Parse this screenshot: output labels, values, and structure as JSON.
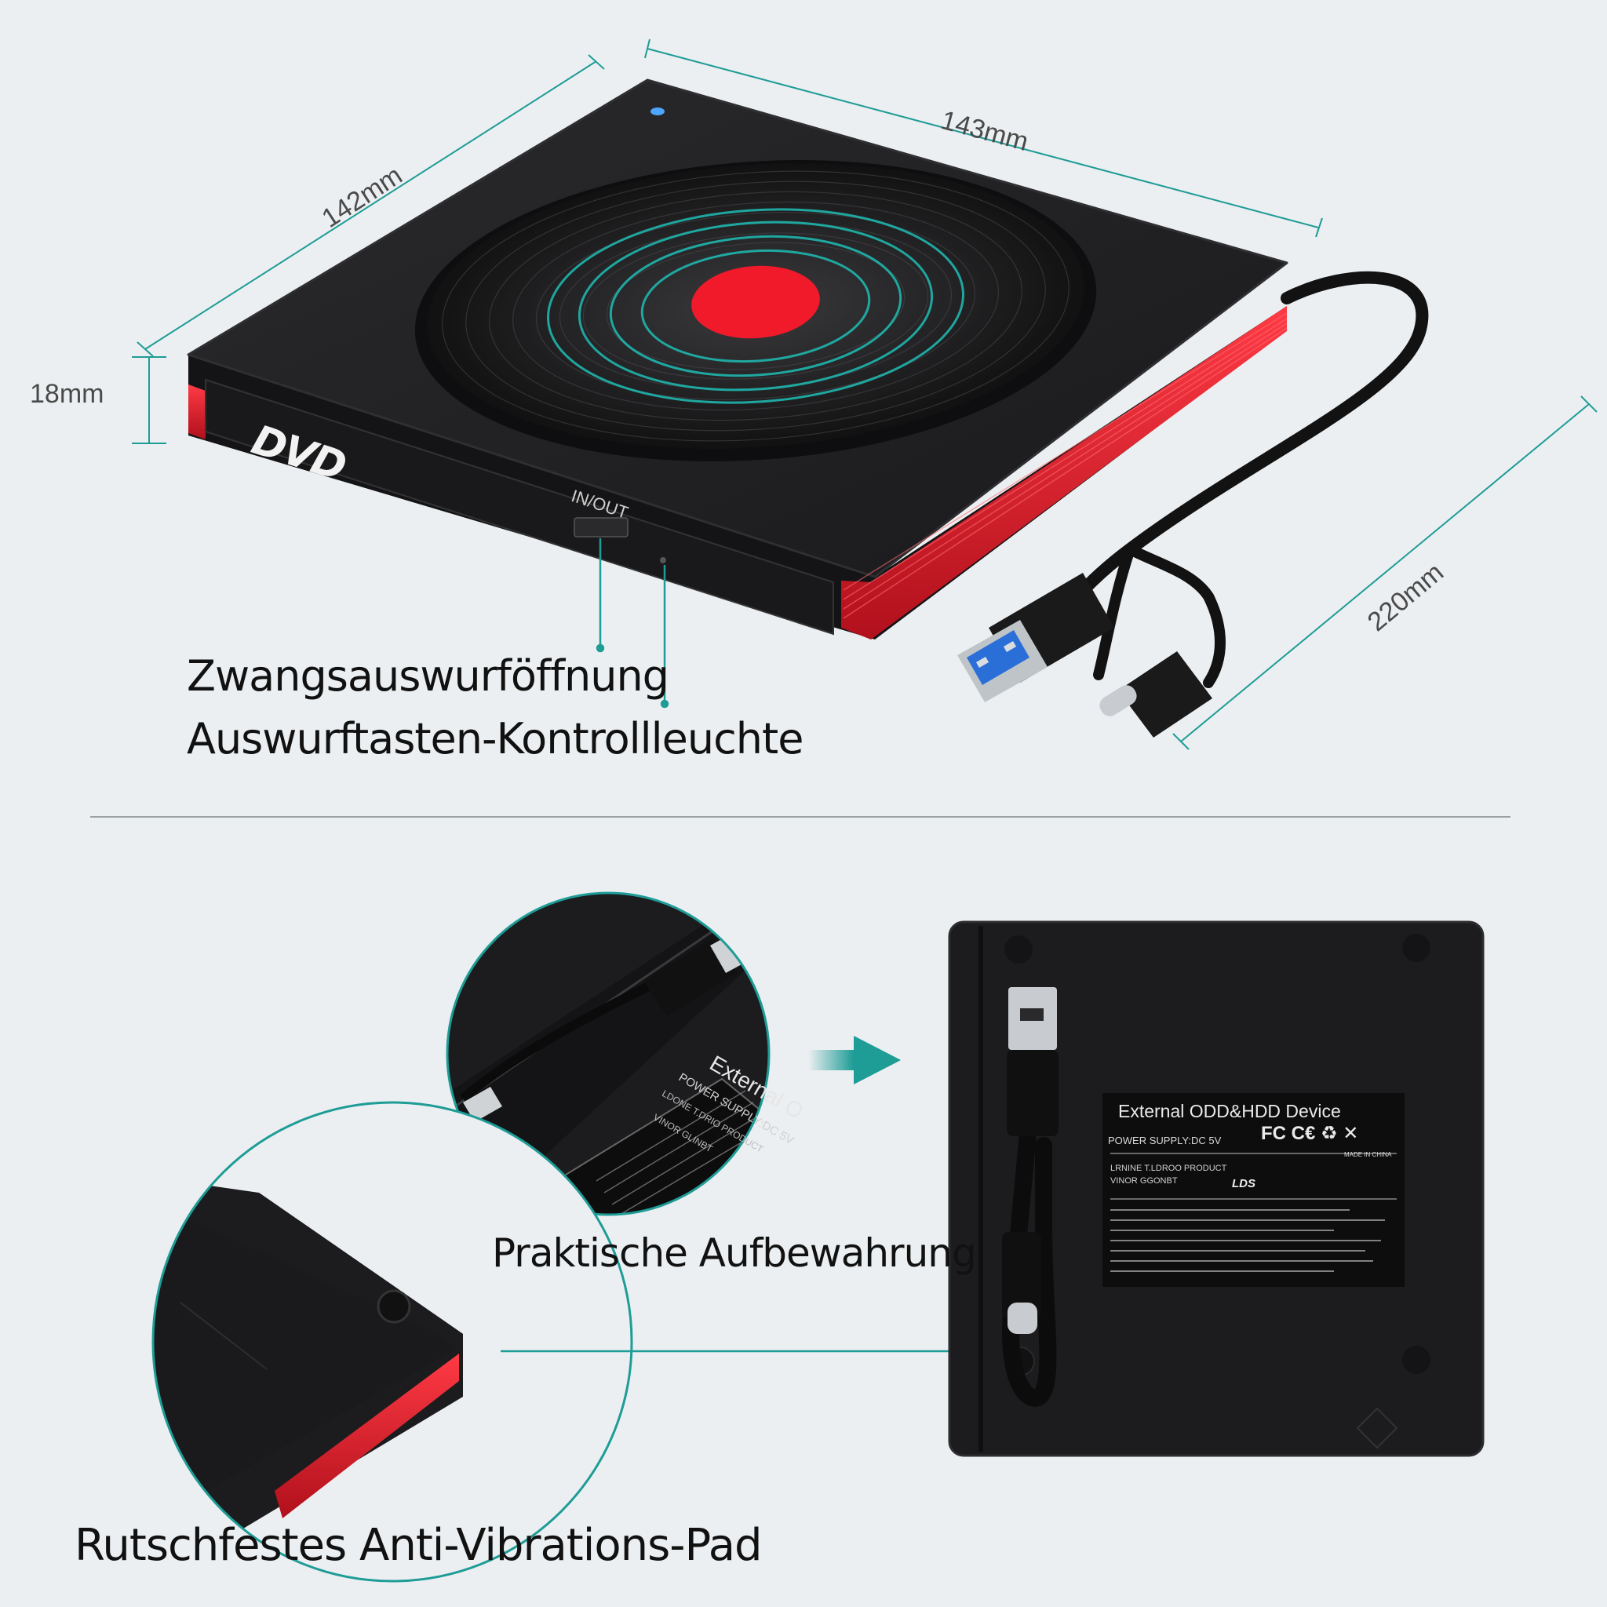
{
  "dimensions": {
    "depth": "142mm",
    "width": "143mm",
    "height": "18mm",
    "cable": "220mm"
  },
  "drive": {
    "logo": "DVD",
    "button": "IN/OUT"
  },
  "labels": {
    "eject_hole": "Zwangsauswurföffnung",
    "eject_led": "Auswurftasten-Kontrollleuchte",
    "storage": "Praktische Aufbewahrung",
    "pad": "Rutschfestes Anti-Vibrations-Pad"
  },
  "device_label": {
    "title": "External ODD&HDD Device",
    "power": "POWER SUPPLY:DC 5V",
    "marks": "FC C€ ♻ ✕",
    "made_in": "MADE IN CHINA",
    "product": "LRNINE T.LDROO PRODUCT",
    "vendor": "VINOR GGONBT",
    "brand": "LDS"
  },
  "zoom_label": {
    "title": "External O",
    "power": "POWER SUPPLY:DC 5V",
    "product": "LDONE T.DRIO PRODUCT",
    "vendor": "VINOR GLINBT"
  },
  "colors": {
    "accent": "#1e9c96",
    "red": "#e01c2a",
    "body": "#1c1c1e"
  }
}
